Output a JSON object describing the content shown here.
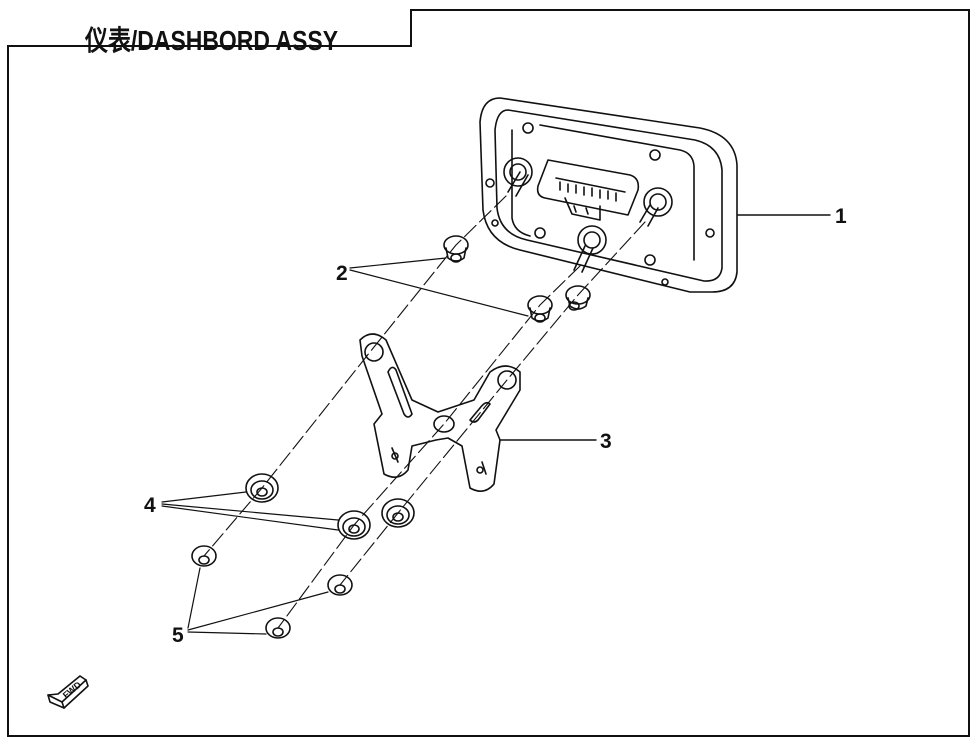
{
  "title": "仪表/DASHBORD ASSY",
  "callouts": {
    "c1": "1",
    "c2": "2",
    "c3": "3",
    "c4": "4",
    "c5": "5"
  },
  "fwd_label": "FWD",
  "colors": {
    "line": "#111111",
    "background": "#ffffff"
  }
}
